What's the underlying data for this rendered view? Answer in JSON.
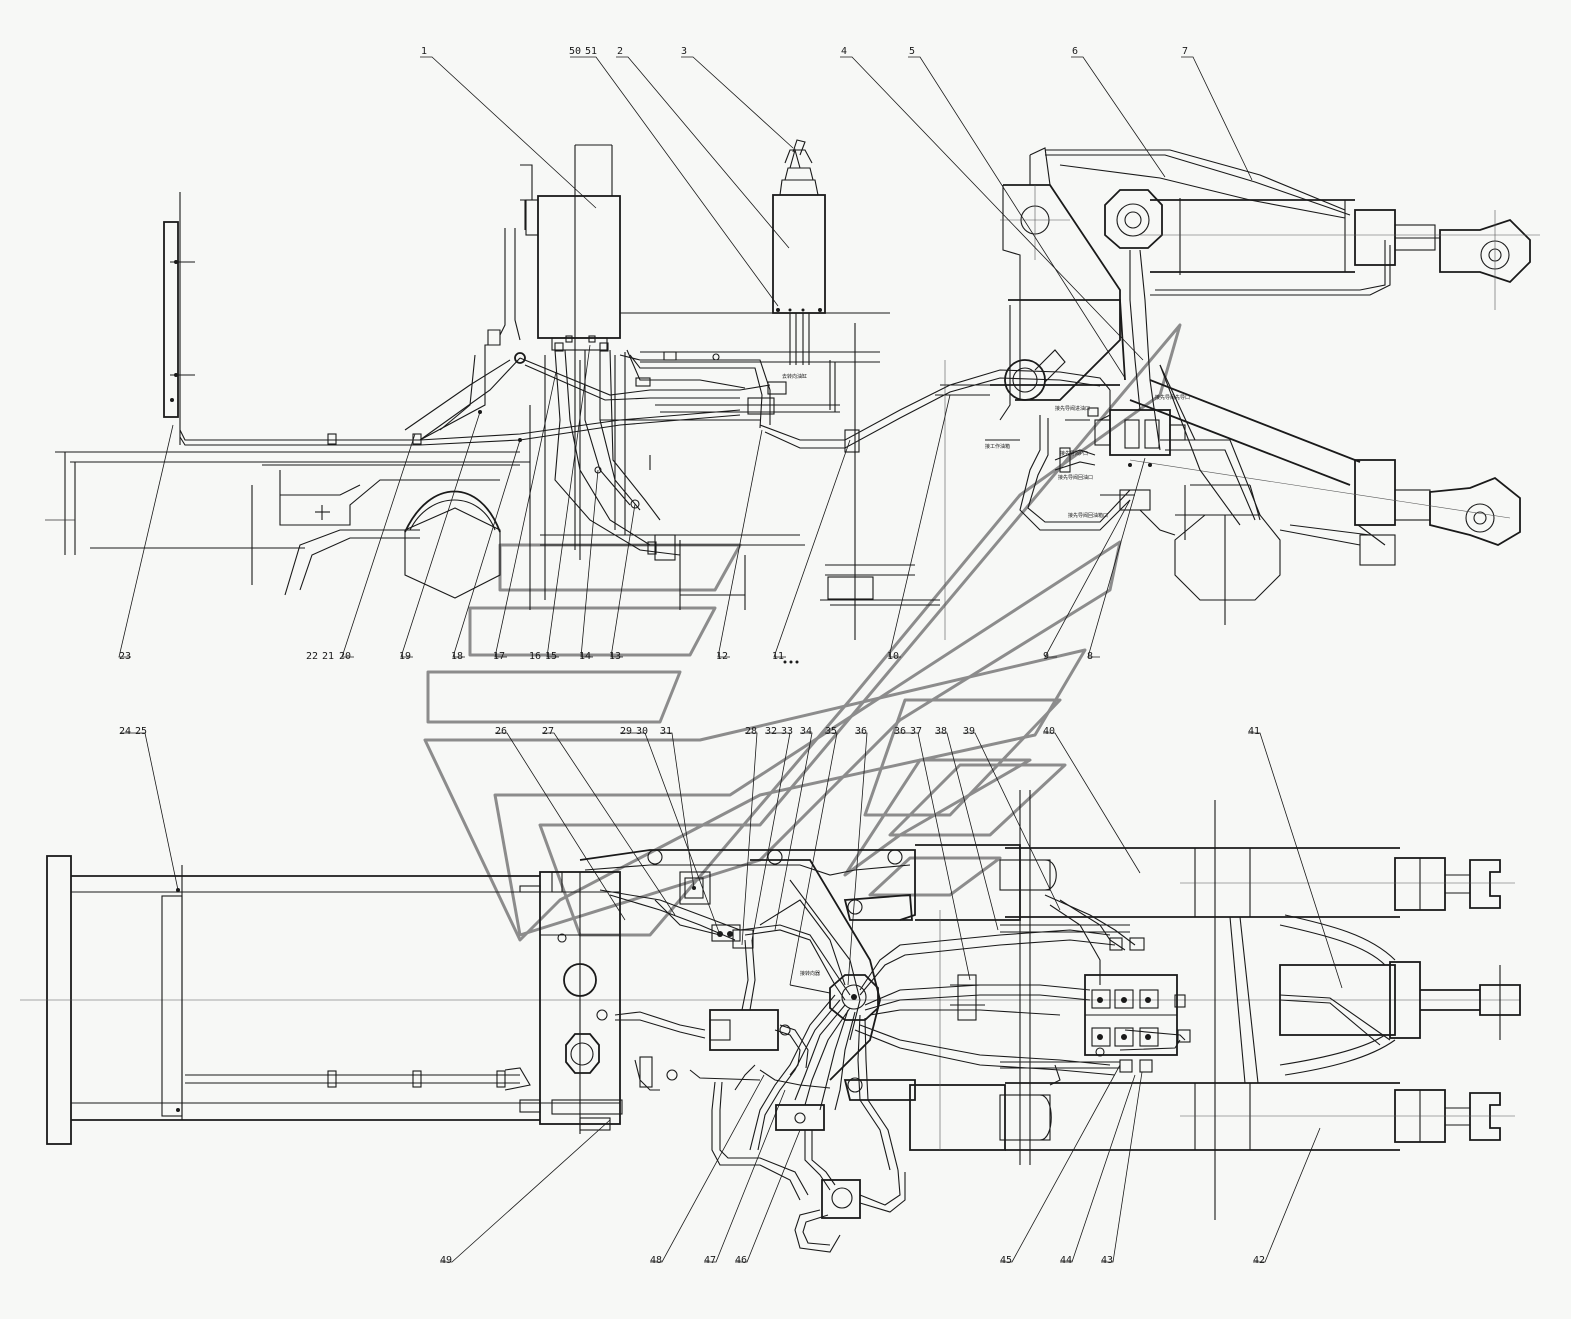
{
  "callouts_top": [
    "1",
    "50",
    "51",
    "2",
    "3",
    "4",
    "5",
    "6",
    "7"
  ],
  "callouts_upper_bottom": [
    "23",
    "22",
    "21",
    "20",
    "19",
    "18",
    "17",
    "16",
    "15",
    "14",
    "13",
    "12",
    "11",
    "10",
    "9",
    "8"
  ],
  "callouts_lower_top": [
    "24",
    "25",
    "26",
    "27",
    "29",
    "30",
    "31",
    "28",
    "32",
    "33",
    "34",
    "35",
    "36",
    "36",
    "37",
    "38",
    "39",
    "40",
    "41"
  ],
  "callouts_lower_bottom": [
    "49",
    "48",
    "47",
    "46",
    "45",
    "44",
    "43",
    "42"
  ],
  "annotations": {
    "a1": "去转向油缸",
    "a2": "接先导阀进油口",
    "a3": "接先导阀先导口",
    "a4": "接先导阀回油口",
    "a5": "接先导阀P口",
    "a6": "接先导阀回油箱口",
    "a7": "接工作油箱",
    "a8": "接转向器"
  }
}
